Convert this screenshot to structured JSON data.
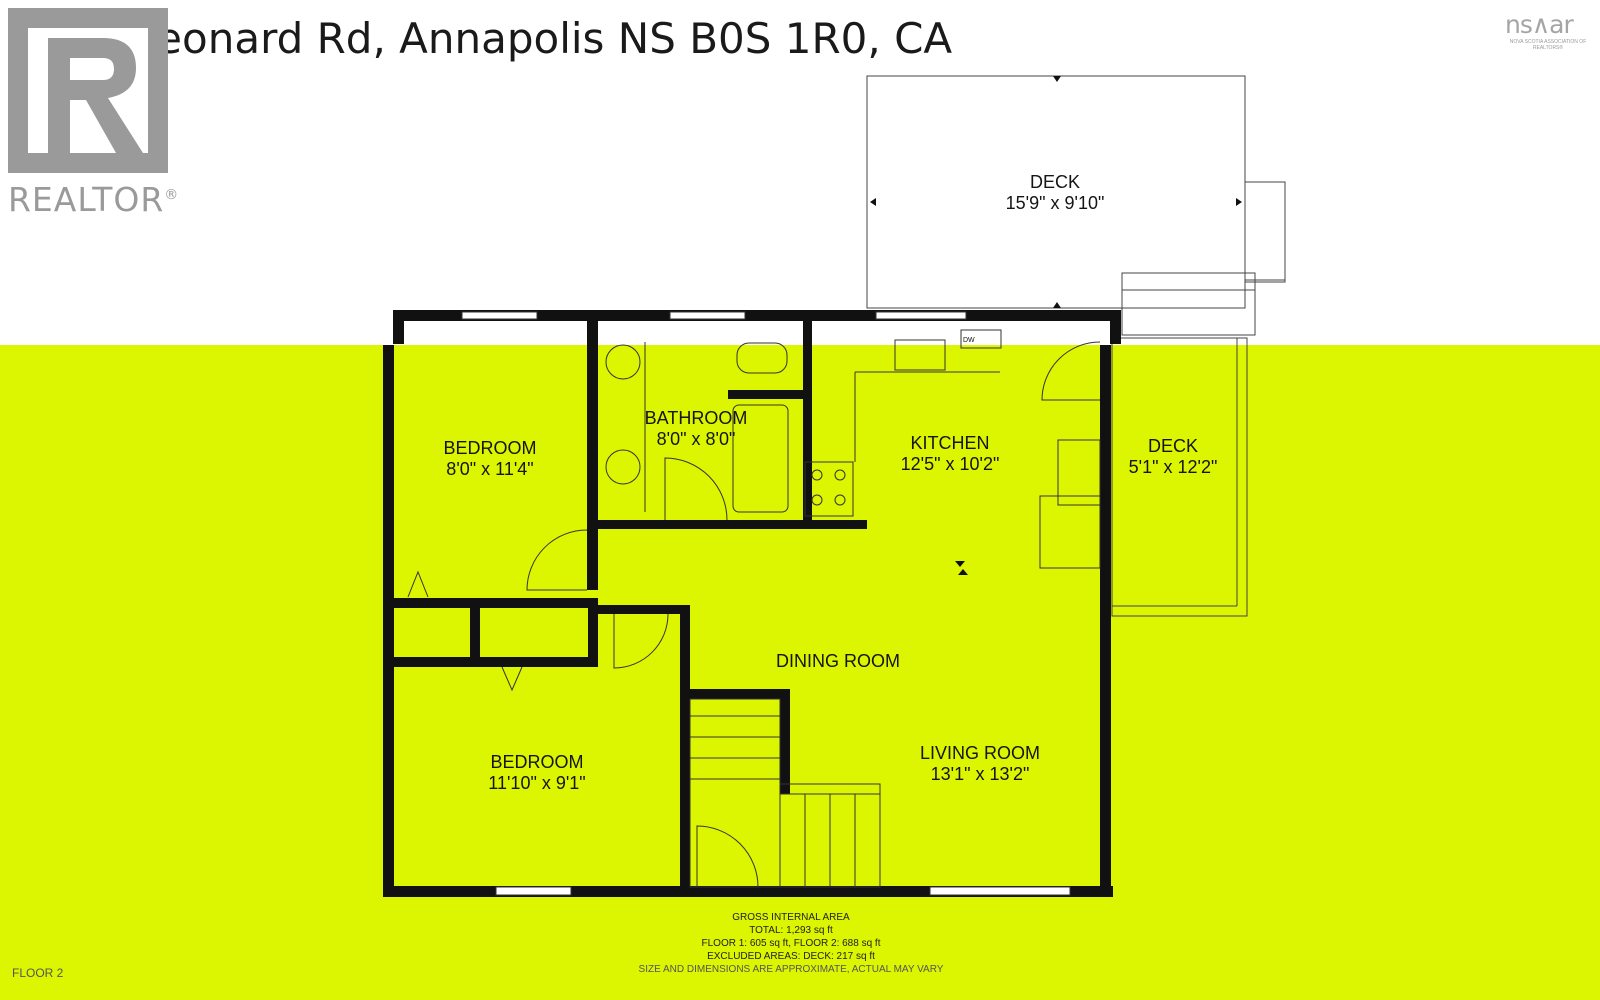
{
  "listing": {
    "address": "681 Leonard Rd, Annapolis NS B0S 1R0, CA"
  },
  "branding": {
    "realtor_wordmark": "REALTOR",
    "realtor_registered": "®",
    "nsar_wordmark": "ns∧ar",
    "nsar_subtitle": "NOVA SCOTIA ASSOCIATION OF REALTORS®"
  },
  "colors": {
    "floor_fill": "#dcf500",
    "wall": "#111111",
    "outline": "#333333"
  },
  "rooms": [
    {
      "name": "DECK",
      "dimensions": "15'9\" x 9'10\""
    },
    {
      "name": "BATHROOM",
      "dimensions": "8'0\" x 8'0\""
    },
    {
      "name": "BEDROOM",
      "dimensions": "8'0\" x 11'4\""
    },
    {
      "name": "KITCHEN",
      "dimensions": "12'5\" x 10'2\""
    },
    {
      "name": "DECK",
      "dimensions": "5'1\" x 12'2\""
    },
    {
      "name": "DINING ROOM",
      "dimensions": ""
    },
    {
      "name": "BEDROOM",
      "dimensions": "11'10\" x 9'1\""
    },
    {
      "name": "LIVING ROOM",
      "dimensions": "13'1\" x 13'2\""
    }
  ],
  "fixtures": {
    "dishwasher": "DW"
  },
  "area_summary": {
    "heading": "GROSS INTERNAL AREA",
    "total": "TOTAL: 1,293 sq ft",
    "floors": "FLOOR 1: 605 sq ft, FLOOR 2: 688 sq ft",
    "excluded": "EXCLUDED AREAS: DECK: 217 sq ft",
    "disclaimer": "SIZE AND DIMENSIONS ARE APPROXIMATE, ACTUAL MAY VARY"
  },
  "floor_label": "FLOOR 2"
}
